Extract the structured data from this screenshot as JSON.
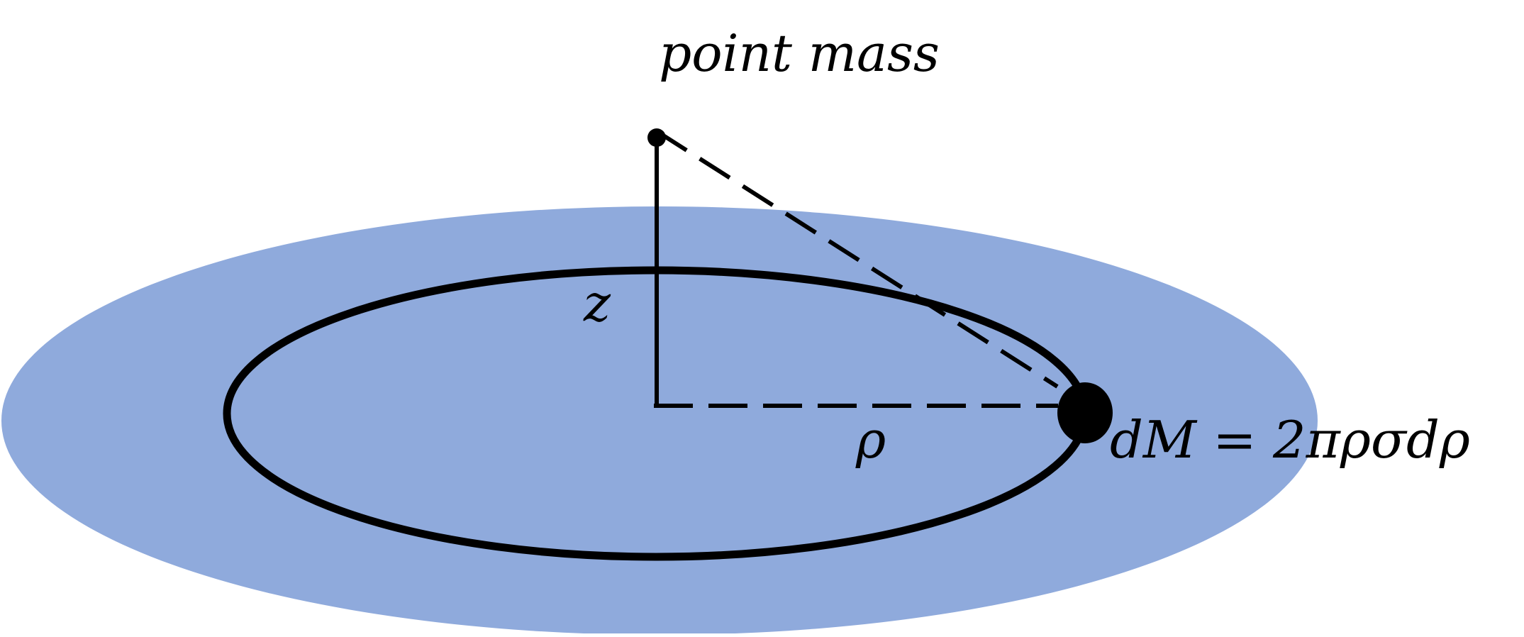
{
  "labels": {
    "point_mass": "point mass",
    "z": "z",
    "rho": "ρ",
    "dm_equation": "dM = 2πρσdρ"
  },
  "colors": {
    "disk_fill": "#8faadc",
    "stroke": "#000000",
    "background": "#ffffff"
  }
}
